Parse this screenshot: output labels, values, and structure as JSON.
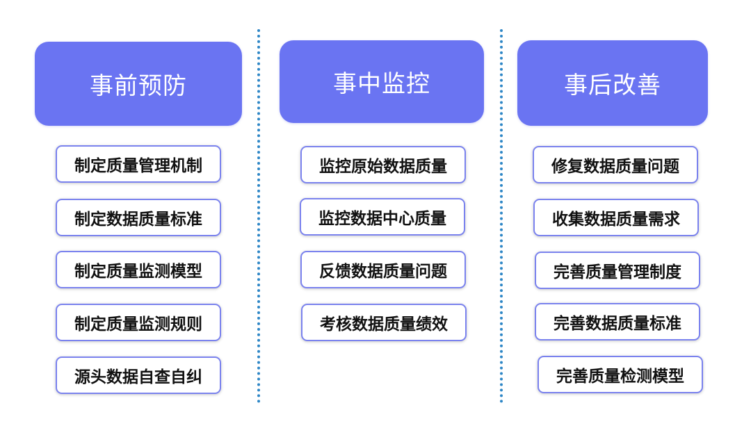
{
  "colors": {
    "header_bg": "#6a74f2",
    "item_border": "#7a82ee",
    "divider": "#2d86c6"
  },
  "columns": [
    {
      "header": "事前预防",
      "items": [
        "制定质量管理机制",
        "制定数据质量标准",
        "制定质量监测模型",
        "制定质量监测规则",
        "源头数据自查自纠"
      ]
    },
    {
      "header": "事中监控",
      "items": [
        "监控原始数据质量",
        "监控数据中心质量",
        "反馈数据质量问题",
        "考核数据质量绩效"
      ]
    },
    {
      "header": "事后改善",
      "items": [
        "修复数据质量问题",
        "收集数据质量需求",
        "完善质量管理制度",
        "完善数据质量标准",
        "完善质量检测模型"
      ]
    }
  ]
}
